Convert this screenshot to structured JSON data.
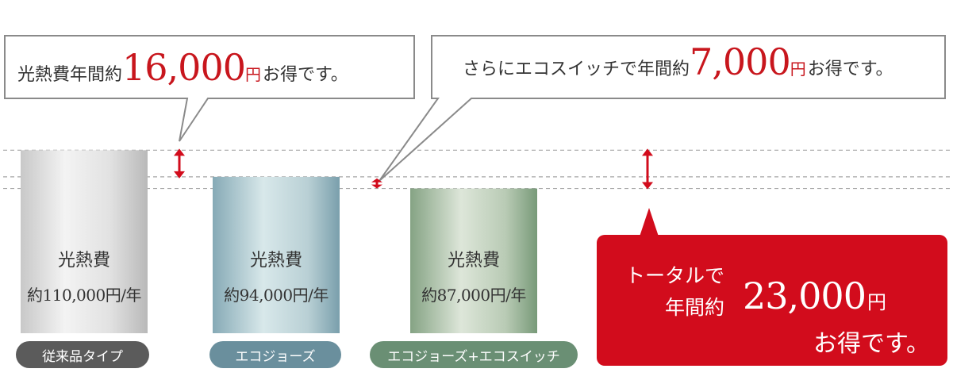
{
  "chart_data": {
    "type": "bar",
    "categories": [
      "従来品タイプ",
      "エコジョーズ",
      "エコジョーズ+エコスイッチ"
    ],
    "values": [
      110000,
      94000,
      87000
    ],
    "bar_labels": [
      {
        "label": "光熱費",
        "value_text": "約110,000円/年"
      },
      {
        "label": "光熱費",
        "value_text": "約94,000円/年"
      },
      {
        "label": "光熱費",
        "value_text": "約87,000円/年"
      }
    ],
    "callouts": [
      {
        "prefix": "光熱費年間約",
        "amount": "16,000",
        "unit": "円",
        "suffix": "お得です。"
      },
      {
        "prefix": "さらにエコスイッチで年間約",
        "amount": "7,000",
        "unit": "円",
        "suffix": "お得です。"
      }
    ],
    "total": {
      "line1": "トータルで",
      "line2": "年間約",
      "amount": "23,000",
      "unit": "円",
      "suffix": "お得です。"
    }
  },
  "colors": {
    "accent_red": "#d20c1c",
    "callout_red": "#c8161d",
    "text": "#333333",
    "pill_grey": "#5b5b5b",
    "pill_blue": "#6a8f9d",
    "pill_green": "#6a8f74",
    "bar1_light": "#f2f2f2",
    "bar1_dark": "#bcbcbc",
    "bar2_light": "#dcebed",
    "bar2_dark": "#7aa0ae",
    "bar3_light": "#e0e8dc",
    "bar3_dark": "#789a79"
  },
  "icons": [
    "double-arrow-icon"
  ]
}
